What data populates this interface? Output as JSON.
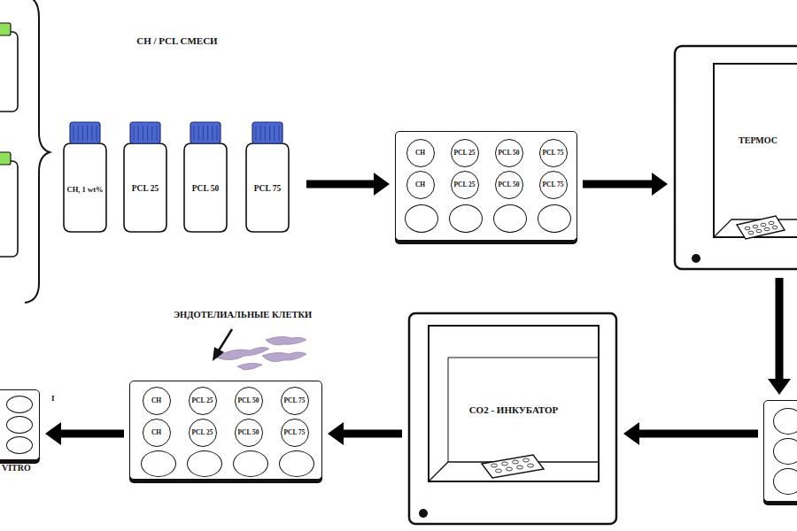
{
  "diagram": {
    "nodes": [
      {
        "text": [
          "CH / PCL СМЕСИ"
        ]
      },
      {
        "text": [
          "CH, 1 wt%"
        ],
        "in": 0
      },
      {
        "text": [
          "PCL 25"
        ],
        "in": 0
      },
      {
        "text": [
          "PCL 50"
        ],
        "in": 0
      },
      {
        "text": [
          "PCL 75"
        ],
        "in": 0
      },
      {
        "text": []
      },
      {
        "text": [
          "CH"
        ],
        "in": 5
      },
      {
        "text": [
          "PCL 25"
        ],
        "in": 5
      },
      {
        "text": [
          "PCL 50"
        ],
        "in": 5
      },
      {
        "text": [
          "PCL 75"
        ],
        "in": 5
      },
      {
        "text": [
          "CH"
        ],
        "in": 5
      },
      {
        "text": [
          "PCL 25"
        ],
        "in": 5
      },
      {
        "text": [
          "PCL 50"
        ],
        "in": 5
      },
      {
        "text": [
          "PCL 75"
        ],
        "in": 5
      },
      {
        "text": [
          "ТЕРМОС"
        ]
      },
      {
        "text": []
      },
      {
        "text": [
          "CO2 - ИНКУБАТОР"
        ]
      },
      {
        "text": []
      },
      {
        "text": [
          "CH"
        ],
        "in": 17
      },
      {
        "text": [
          "PCL 25"
        ],
        "in": 17
      },
      {
        "text": [
          "PCL 50"
        ],
        "in": 17
      },
      {
        "text": [
          "PCL 75"
        ],
        "in": 17
      },
      {
        "text": [
          "CH"
        ],
        "in": 17
      },
      {
        "text": [
          "PCL 25"
        ],
        "in": 17
      },
      {
        "text": [
          "PCL 50"
        ],
        "in": 17
      },
      {
        "text": [
          "PCL 75"
        ],
        "in": 17
      },
      {
        "text": []
      }
    ],
    "edges": [
      {
        "from": 0,
        "to": 5,
        "arrow": "to"
      },
      {
        "from": 5,
        "to": 14,
        "arrow": "to"
      },
      {
        "from": 14,
        "to": 15,
        "arrow": "to"
      },
      {
        "from": 15,
        "to": 16,
        "arrow": "to"
      },
      {
        "from": 16,
        "to": 17,
        "arrow": "to"
      },
      {
        "from": 17,
        "to": 26,
        "arrow": "to"
      }
    ],
    "labels": [
      "ЭНДОТЕЛИАЛЬНЫЕ КЛЕТКИ",
      "VITRO",
      "I"
    ]
  }
}
